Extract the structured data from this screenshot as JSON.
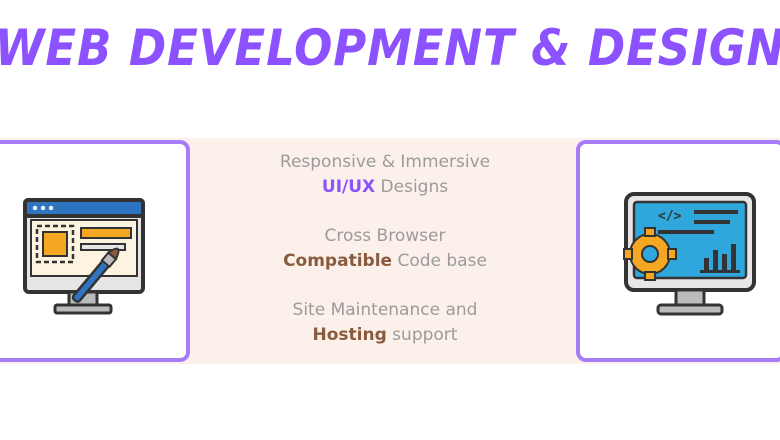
{
  "headline": "WEB DEVELOPMENT & DESIGN",
  "features": [
    {
      "line1": "Responsive & Immersive",
      "highlight": "UI/UX",
      "rest": " Designs"
    },
    {
      "line1": "Cross Browser",
      "highlight": "Compatible",
      "rest": " Code base"
    },
    {
      "line1": "Site Maintenance and",
      "highlight": "Hosting",
      "rest": " support"
    }
  ],
  "icons": {
    "left": "design-monitor-brush-icon",
    "right": "code-monitor-gear-chart-icon"
  },
  "colors": {
    "accent": "#8c52ff",
    "card_border": "#a77cf9",
    "band": "#fbf1ea",
    "text_muted": "#9b9b9b",
    "highlight_brown": "#8a5a3d",
    "icon_blue": "#2f74c0",
    "icon_orange": "#f5a623"
  }
}
